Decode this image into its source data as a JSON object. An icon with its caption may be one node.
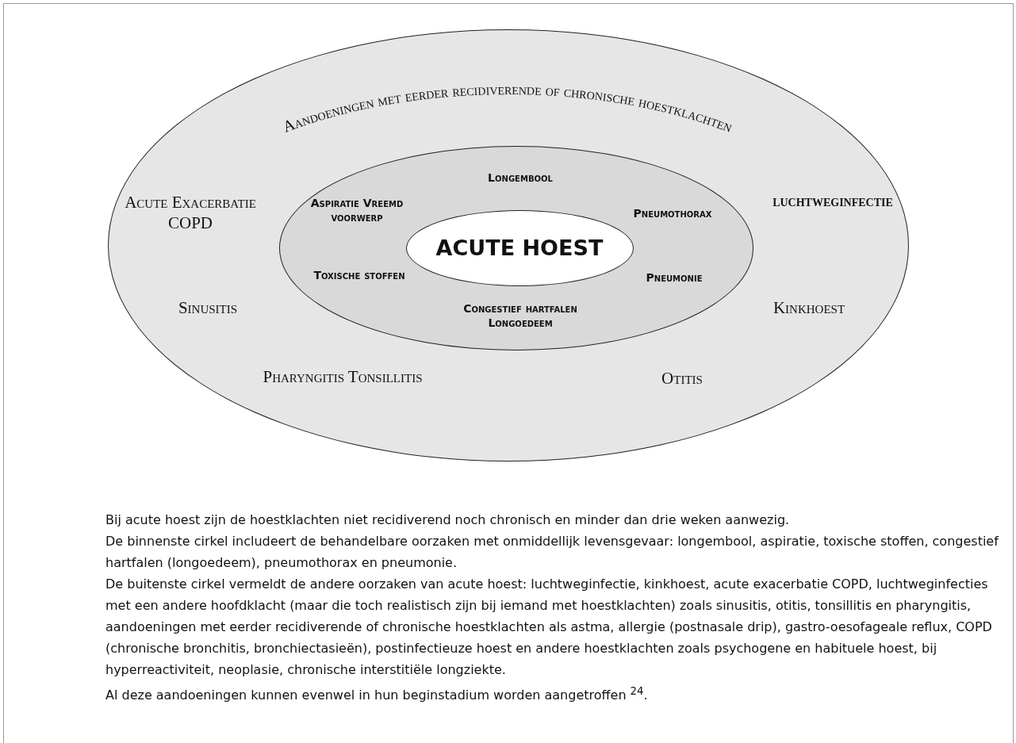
{
  "diagram": {
    "nodes": [
      {
        "text": [
          "Aandoeningen met eerder recidiverende of chronische hoestklachten",
          "Acute Exacerbatie COPD",
          "luchtweginfectie",
          "Sinusitis",
          "Kinkhoest",
          "Pharyngitis Tonsillitis",
          "Otitis"
        ]
      },
      {
        "text": [
          "Longembool",
          "Aspiratie Vreemd voorwerp",
          "Pneumothorax",
          "Toxische stoffen",
          "Pneumonie",
          "Congestief hartfalen Longoedeem"
        ],
        "in": 0
      },
      {
        "text": [
          "ACUTE HOEST"
        ],
        "in": 1
      }
    ],
    "edges": [],
    "labels": [
      "Bij acute hoest zijn de hoestklachten niet recidiverend noch chronisch en minder dan drie weken aanwezig.",
      "De binnenste cirkel includeert de behandelbare oorzaken met onmiddellijk levensgevaar: longembool, aspiratie, toxische stoffen, congestief hartfalen (longoedeem), pneumothorax en pneumonie.",
      "De buitenste cirkel vermeldt de andere oorzaken van acute hoest: luchtweginfectie, kinkhoest, acute exacerbatie COPD, luchtweginfecties met een andere hoofdklacht (maar die toch realistisch zijn bij iemand met hoestklachten) zoals sinusitis, otitis, tonsillitis en pharyngitis, aandoeningen met eerder recidiverende of chronische hoestklachten als astma, allergie (postnasale drip), gastro-oesofageale reflux, COPD (chronische bronchitis, bronchiectasieën), postinfectieuze hoest en andere hoestklachten zoals psychogene en habituele hoest, bij hyperreactiviteit, neoplasie, chronische interstitiële longziekte.",
      "Al deze aandoeningen kunnen evenwel in hun beginstadium worden aangetroffen $^{24}$."
    ]
  }
}
